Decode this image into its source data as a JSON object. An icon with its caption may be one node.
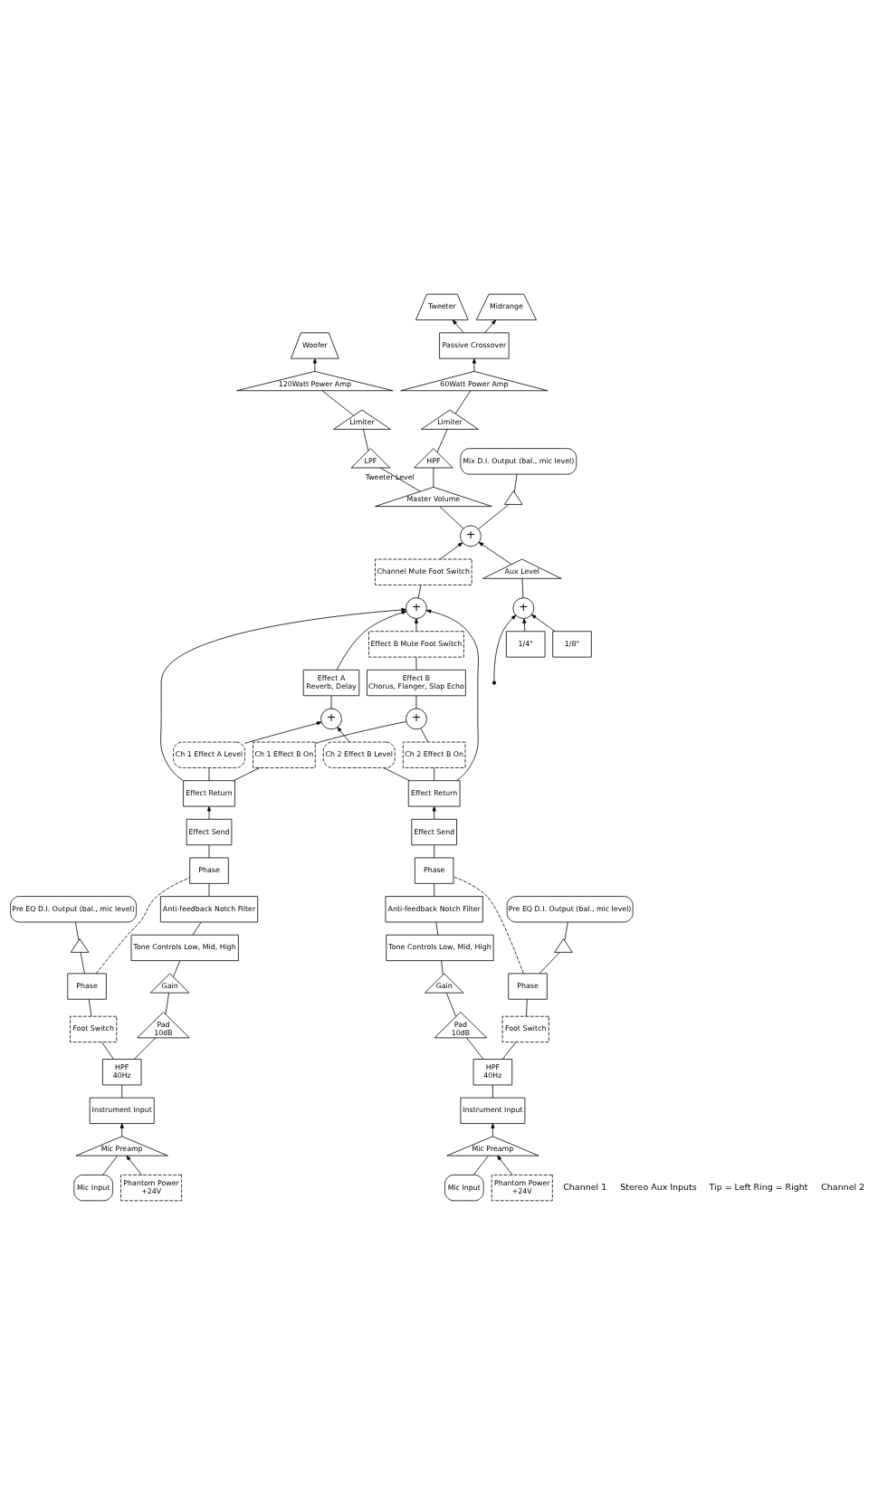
{
  "diagram": {
    "nodes": [
      {
        "text": [
          "Mic Input"
        ]
      },
      {
        "text": [
          "Mic Preamp"
        ]
      },
      {
        "text": [
          "Phantom Power",
          "+24V"
        ]
      },
      {
        "text": [
          "Instrument Input"
        ]
      },
      {
        "text": [
          "HPF",
          "40Hz"
        ]
      },
      {
        "text": [
          "Pad",
          "10dB"
        ]
      },
      {
        "text": [
          "Gain"
        ]
      },
      {
        "text": [
          "Tone Controls Low, Mid, High"
        ]
      },
      {
        "text": [
          "Anti-feedback Notch Filter"
        ]
      },
      {
        "text": [
          "Phase"
        ]
      },
      {
        "text": [
          "Effect Send"
        ]
      },
      {
        "text": [
          "Effect Return"
        ]
      },
      {
        "text": [
          "Foot Switch"
        ]
      },
      {
        "text": [
          "Phase"
        ]
      },
      {
        "text": [],
        "shape": "triangle"
      },
      {
        "text": [
          "Pre EQ D.I. Output (bal., mic level)"
        ]
      },
      {
        "text": [
          "Ch 1 Effect A Level"
        ]
      },
      {
        "text": [
          "Ch 2 Effect B Level"
        ]
      },
      {
        "text": [
          "+"
        ]
      },
      {
        "text": [
          "Ch 1 Effect B On"
        ]
      },
      {
        "text": [
          "Ch 2 Effect B On"
        ]
      },
      {
        "text": [
          "+"
        ]
      },
      {
        "text": [
          "Effect A",
          "Reverb, Delay"
        ]
      },
      {
        "text": [
          "Effect B",
          "Chorus, Flanger, Slap Echo"
        ]
      },
      {
        "text": [
          "Effect B Mute Foot Switch"
        ]
      },
      {
        "text": [
          "+"
        ]
      },
      {
        "text": [
          "Channel Mute Foot Switch"
        ]
      },
      {
        "text": [
          "+"
        ]
      },
      {
        "text": [
          "Mic Input"
        ]
      },
      {
        "text": [
          "Mic Preamp"
        ]
      },
      {
        "text": [
          "Phantom Power",
          "+24V"
        ]
      },
      {
        "text": [
          "Instrument Input"
        ]
      },
      {
        "text": [
          "HPF",
          "40Hz"
        ]
      },
      {
        "text": [
          "Pad",
          "10dB"
        ]
      },
      {
        "text": [
          "Gain"
        ]
      },
      {
        "text": [
          "Tone Controls Low, Mid, High"
        ]
      },
      {
        "text": [
          "Anti-feedback Notch Filter"
        ]
      },
      {
        "text": [
          "Phase"
        ]
      },
      {
        "text": [
          "Effect Send"
        ]
      },
      {
        "text": [
          "Effect Return"
        ]
      },
      {
        "text": [
          "Foot Switch"
        ]
      },
      {
        "text": [
          "Phase"
        ]
      },
      {
        "text": [],
        "shape": "triangle"
      },
      {
        "text": [
          "Pre EQ D.I. Output (bal., mic level)"
        ]
      },
      {
        "text": [
          "Master Volume"
        ]
      },
      {
        "text": [],
        "shape": "triangle"
      },
      {
        "text": [
          "Mix D.I. Output (bal., mic level)"
        ]
      },
      {
        "text": [
          "HPF"
        ],
        "beside": [
          "Tweeter Level"
        ]
      },
      {
        "text": [
          "Limiter"
        ]
      },
      {
        "text": [
          "60Watt Power Amp"
        ]
      },
      {
        "text": [
          "Passive Crossover"
        ]
      },
      {
        "text": [
          "Tweeter"
        ]
      },
      {
        "text": [
          "Midrange"
        ]
      },
      {
        "text": [
          "LPF"
        ]
      },
      {
        "text": [
          "Limiter"
        ]
      },
      {
        "text": [
          "120Watt Power Amp"
        ]
      },
      {
        "text": [
          "Woofer"
        ]
      },
      {
        "text": [
          "1/4\""
        ]
      },
      {
        "text": [
          "1/8\""
        ]
      },
      {
        "text": [
          "+"
        ]
      },
      {
        "text": [
          "Aux Level"
        ]
      }
    ],
    "edges": [
      {
        "from": 0,
        "to": 1,
        "arrow": "none"
      },
      {
        "from": 2,
        "to": 1,
        "arrow": "to"
      },
      {
        "from": 1,
        "to": 3,
        "arrow": "to"
      },
      {
        "from": 3,
        "to": 4,
        "arrow": "none"
      },
      {
        "from": 4,
        "to": 5,
        "arrow": "none"
      },
      {
        "from": 5,
        "to": 6,
        "arrow": "none"
      },
      {
        "from": 6,
        "to": 7,
        "arrow": "none"
      },
      {
        "from": 7,
        "to": 8,
        "arrow": "none"
      },
      {
        "from": 8,
        "to": 9,
        "arrow": "none"
      },
      {
        "from": 9,
        "to": 10,
        "arrow": "none"
      },
      {
        "from": 10,
        "to": 11,
        "arrow": "to"
      },
      {
        "from": 4,
        "to": 12,
        "arrow": "none"
      },
      {
        "from": 12,
        "to": 13,
        "arrow": "none"
      },
      {
        "from": 13,
        "to": 14,
        "arrow": "none"
      },
      {
        "from": 14,
        "to": 15,
        "arrow": "none"
      },
      {
        "from": 13,
        "to": 9,
        "arrow": "none",
        "style": "dashed"
      },
      {
        "from": 11,
        "to": 25,
        "arrow": "to"
      },
      {
        "from": 11,
        "to": 16,
        "arrow": "none"
      },
      {
        "from": 11,
        "to": 19,
        "arrow": "none"
      },
      {
        "from": 16,
        "to": 18,
        "arrow": "to"
      },
      {
        "from": 17,
        "to": 18,
        "arrow": "to"
      },
      {
        "from": 39,
        "to": 17,
        "arrow": "none"
      },
      {
        "from": 39,
        "to": 20,
        "arrow": "none"
      },
      {
        "from": 19,
        "to": 21,
        "arrow": "none"
      },
      {
        "from": 20,
        "to": 21,
        "arrow": "none"
      },
      {
        "from": 18,
        "to": 22,
        "arrow": "none"
      },
      {
        "from": 21,
        "to": 23,
        "arrow": "none"
      },
      {
        "from": 22,
        "to": 25,
        "arrow": "to"
      },
      {
        "from": 23,
        "to": 24,
        "arrow": "none"
      },
      {
        "from": 24,
        "to": 25,
        "arrow": "to"
      },
      {
        "from": 39,
        "to": 25,
        "arrow": "to"
      },
      {
        "from": 25,
        "to": 26,
        "arrow": "none"
      },
      {
        "from": 26,
        "to": 27,
        "arrow": "to"
      },
      {
        "from": 28,
        "to": 29,
        "arrow": "none"
      },
      {
        "from": 30,
        "to": 29,
        "arrow": "to"
      },
      {
        "from": 29,
        "to": 31,
        "arrow": "to"
      },
      {
        "from": 31,
        "to": 32,
        "arrow": "none"
      },
      {
        "from": 32,
        "to": 33,
        "arrow": "none"
      },
      {
        "from": 33,
        "to": 34,
        "arrow": "none"
      },
      {
        "from": 34,
        "to": 35,
        "arrow": "none"
      },
      {
        "from": 35,
        "to": 36,
        "arrow": "none"
      },
      {
        "from": 36,
        "to": 37,
        "arrow": "none"
      },
      {
        "from": 37,
        "to": 38,
        "arrow": "none"
      },
      {
        "from": 38,
        "to": 39,
        "arrow": "to"
      },
      {
        "from": 32,
        "to": 40,
        "arrow": "none"
      },
      {
        "from": 40,
        "to": 41,
        "arrow": "none"
      },
      {
        "from": 41,
        "to": 42,
        "arrow": "none"
      },
      {
        "from": 42,
        "to": 43,
        "arrow": "none"
      },
      {
        "from": 41,
        "to": 37,
        "arrow": "none",
        "style": "dashed"
      },
      {
        "from": 27,
        "to": 44,
        "arrow": "none"
      },
      {
        "from": 27,
        "to": 45,
        "arrow": "none"
      },
      {
        "from": 45,
        "to": 46,
        "arrow": "none"
      },
      {
        "from": 44,
        "to": 47,
        "arrow": "none"
      },
      {
        "from": 47,
        "to": 48,
        "arrow": "none"
      },
      {
        "from": 48,
        "to": 49,
        "arrow": "none"
      },
      {
        "from": 49,
        "to": 50,
        "arrow": "to"
      },
      {
        "from": 50,
        "to": 51,
        "arrow": "to"
      },
      {
        "from": 50,
        "to": 52,
        "arrow": "to"
      },
      {
        "from": 44,
        "to": 53,
        "arrow": "none"
      },
      {
        "from": 53,
        "to": 54,
        "arrow": "none"
      },
      {
        "from": 54,
        "to": 55,
        "arrow": "none"
      },
      {
        "from": 55,
        "to": 56,
        "arrow": "to"
      },
      {
        "from": 57,
        "to": 59,
        "arrow": "to"
      },
      {
        "from": 58,
        "to": 59,
        "arrow": "to"
      },
      {
        "from": null,
        "to": 59,
        "arrow": "to"
      },
      {
        "from": 59,
        "to": 60,
        "arrow": "none"
      },
      {
        "from": 60,
        "to": 27,
        "arrow": "to"
      }
    ],
    "labels": [
      "Channel 1",
      "Stereo Aux Inputs",
      "Tip = Left Ring = Right",
      "Channel 2"
    ]
  }
}
